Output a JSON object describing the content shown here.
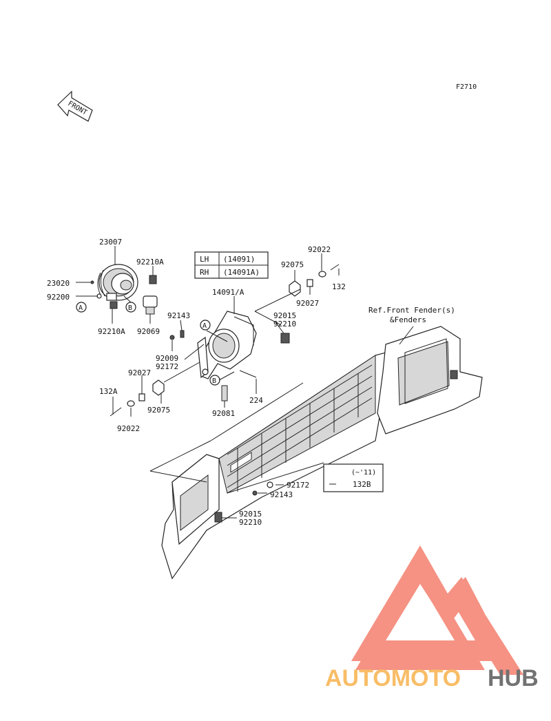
{
  "figure_code": "F2710",
  "front_arrow": "FRONT",
  "parts": {
    "p23007": "23007",
    "p92210A_top": "92210A",
    "p23020": "23020",
    "p92200": "92200",
    "ref_a_left": "A",
    "ref_b_left": "B",
    "p92210A_bot": "92210A",
    "p92069": "92069",
    "p14091A": "14091/A",
    "p92022_top": "92022",
    "p92075_top": "92075",
    "p132": "132",
    "p92027_top": "92027",
    "p92015_top": "92015",
    "p92210_top": "92210",
    "p92143_top": "92143",
    "ref_a_mid": "A",
    "p92009": "92009",
    "p92172_top": "92172",
    "p92027_left": "92027",
    "ref_b_mid": "B",
    "p132A": "132A",
    "p92075_left": "92075",
    "p92022_left": "92022",
    "p224": "224",
    "p92081": "92081",
    "p92172_bot": "92172",
    "p92143_bot": "92143",
    "p92015_bot": "92015",
    "p92210_bot": "92210",
    "p132B": "132B",
    "note_11": "(~'11)"
  },
  "table": {
    "rows": [
      {
        "side": "LH",
        "code": "(14091)"
      },
      {
        "side": "RH",
        "code": "(14091A)"
      }
    ]
  },
  "ref_note": {
    "line1": "Ref.Front Fender(s)",
    "line2": "&Fenders"
  },
  "watermark": {
    "part1": "AUTOMOTO",
    "part2": "HUB",
    "color_primary": "#f47f6e",
    "color_secondary": "#f7b24d",
    "color_dark": "#5a5a5a"
  }
}
